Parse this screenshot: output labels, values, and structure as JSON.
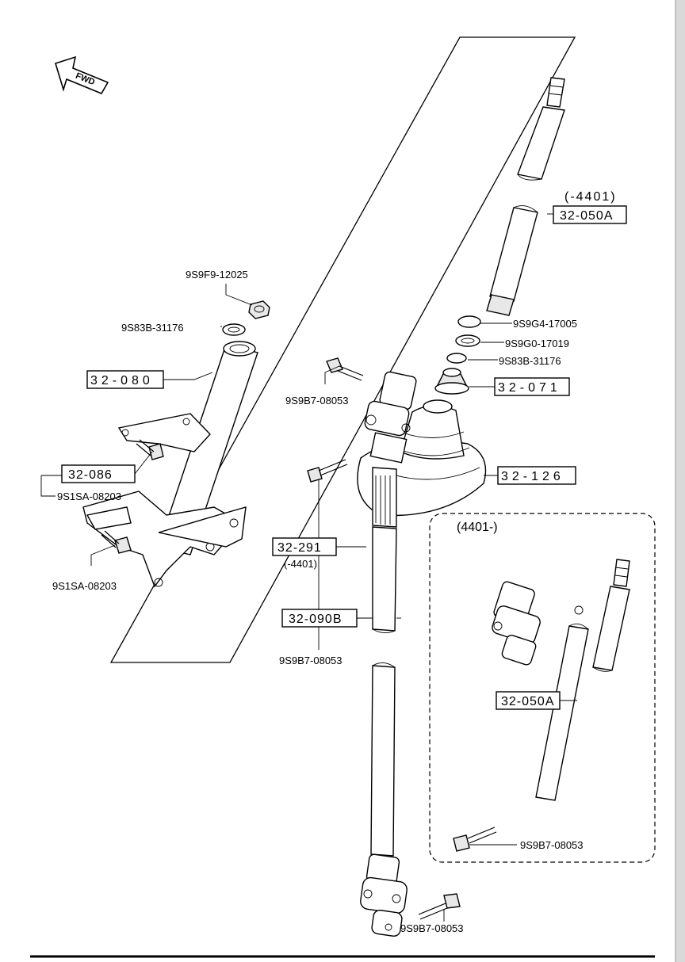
{
  "direction_badge": {
    "text": "FWD"
  },
  "labels": {
    "upper_nut": "9S9F9-12025",
    "washer_left": "9S83B-31176",
    "column_jacket": "32-080",
    "bracket_bolt_kit": "32-086",
    "bracket_bolt_upper": "9S1SA-08203",
    "bracket_bolt_lower": "9S1SA-08203",
    "pre_note": "(-4401)",
    "shaft_upper": "32-050A",
    "washer_a": "9S9G4-17005",
    "washer_b": "9S9G0-17019",
    "washer_c": "9S83B-31176",
    "bearing": "32-071",
    "boot": "32-126",
    "joint_bolt_upper": "9S9B7-08053",
    "joint": "32-291",
    "joint_note": "(-4401)",
    "joint_bolt_mid": "9S9B7-08053",
    "intermediate_shaft": "32-090B",
    "joint_bolt_lower": "9S9B7-08053",
    "post_note": "(4401-)",
    "shaft_post": "32-050A",
    "joint_bolt_post": "9S9B7-08053"
  }
}
